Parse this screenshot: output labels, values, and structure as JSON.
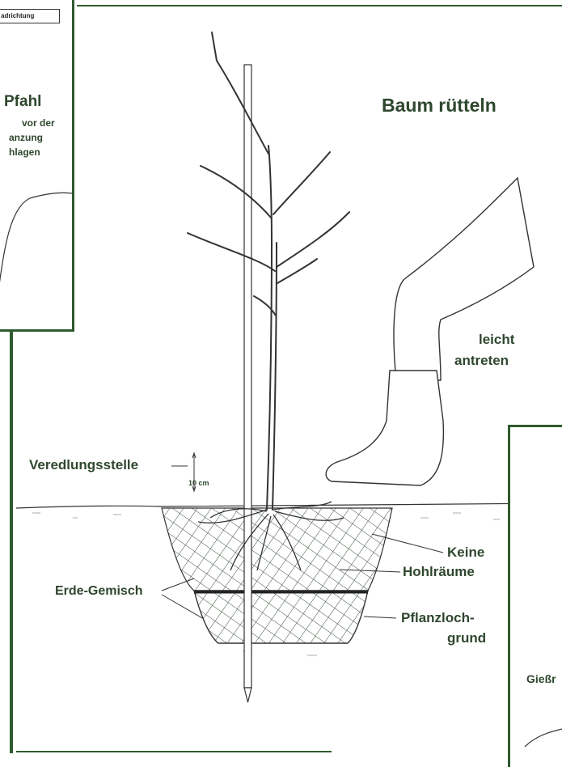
{
  "title": "Baum rütteln",
  "left_panel": {
    "tag": "adrichtung",
    "heading": "Pfahl",
    "lines": [
      "vor der",
      "anzung",
      "hlagen"
    ]
  },
  "labels": {
    "step": "leicht antreten",
    "step_line1": "leicht",
    "step_line2": "antreten",
    "graft": "Veredlungsstelle",
    "depth": "10 cm",
    "voids_line1": "Keine",
    "voids_line2": "Hohlräume",
    "soil_mix": "Erde-Gemisch",
    "pit_line1": "Pflanzloch-",
    "pit_line2": "grund"
  },
  "right_panel": {
    "partial_label": "Gießr"
  },
  "colors": {
    "ink": "#2e472e",
    "frame": "#2f5a2f"
  }
}
